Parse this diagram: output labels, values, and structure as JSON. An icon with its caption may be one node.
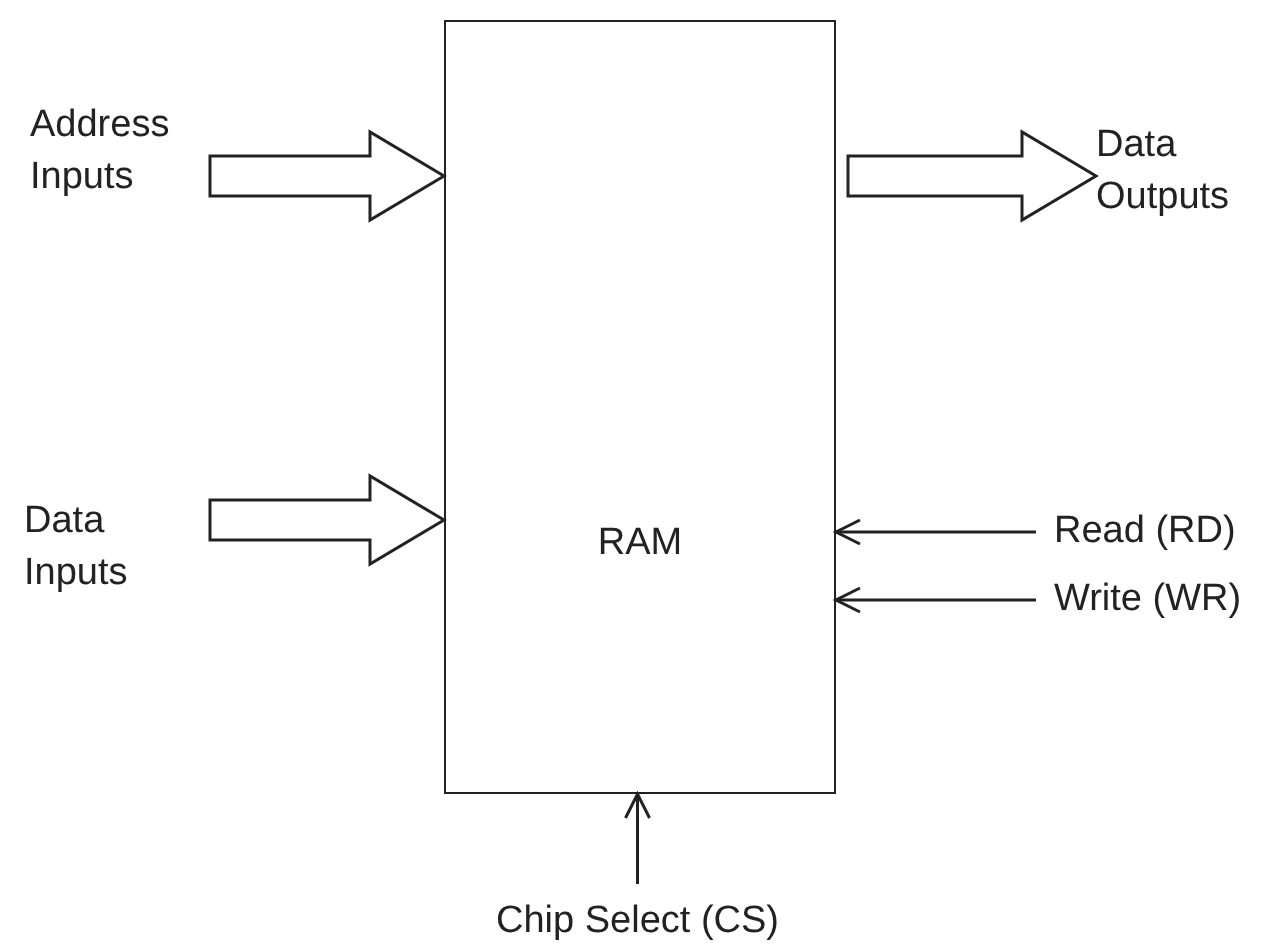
{
  "diagram": {
    "nodes": [
      {
        "text": [
          "RAM"
        ]
      },
      {
        "text": [
          "Address Inputs"
        ]
      },
      {
        "text": [
          "Data Inputs"
        ]
      },
      {
        "text": [
          "Data Outputs"
        ]
      },
      {
        "text": [
          "Read (RD)"
        ]
      },
      {
        "text": [
          "Write (WR)"
        ]
      },
      {
        "text": [
          "Chip Select (CS)"
        ]
      }
    ],
    "edges": [
      {
        "from": 1,
        "to": 0,
        "arrow": "to",
        "style": "thick"
      },
      {
        "from": 2,
        "to": 0,
        "arrow": "to",
        "style": "thick"
      },
      {
        "from": 0,
        "to": 3,
        "arrow": "to",
        "style": "thick"
      },
      {
        "from": 4,
        "to": 0,
        "arrow": "to"
      },
      {
        "from": 5,
        "to": 0,
        "arrow": "to"
      },
      {
        "from": 6,
        "to": 0,
        "arrow": "to"
      }
    ]
  }
}
